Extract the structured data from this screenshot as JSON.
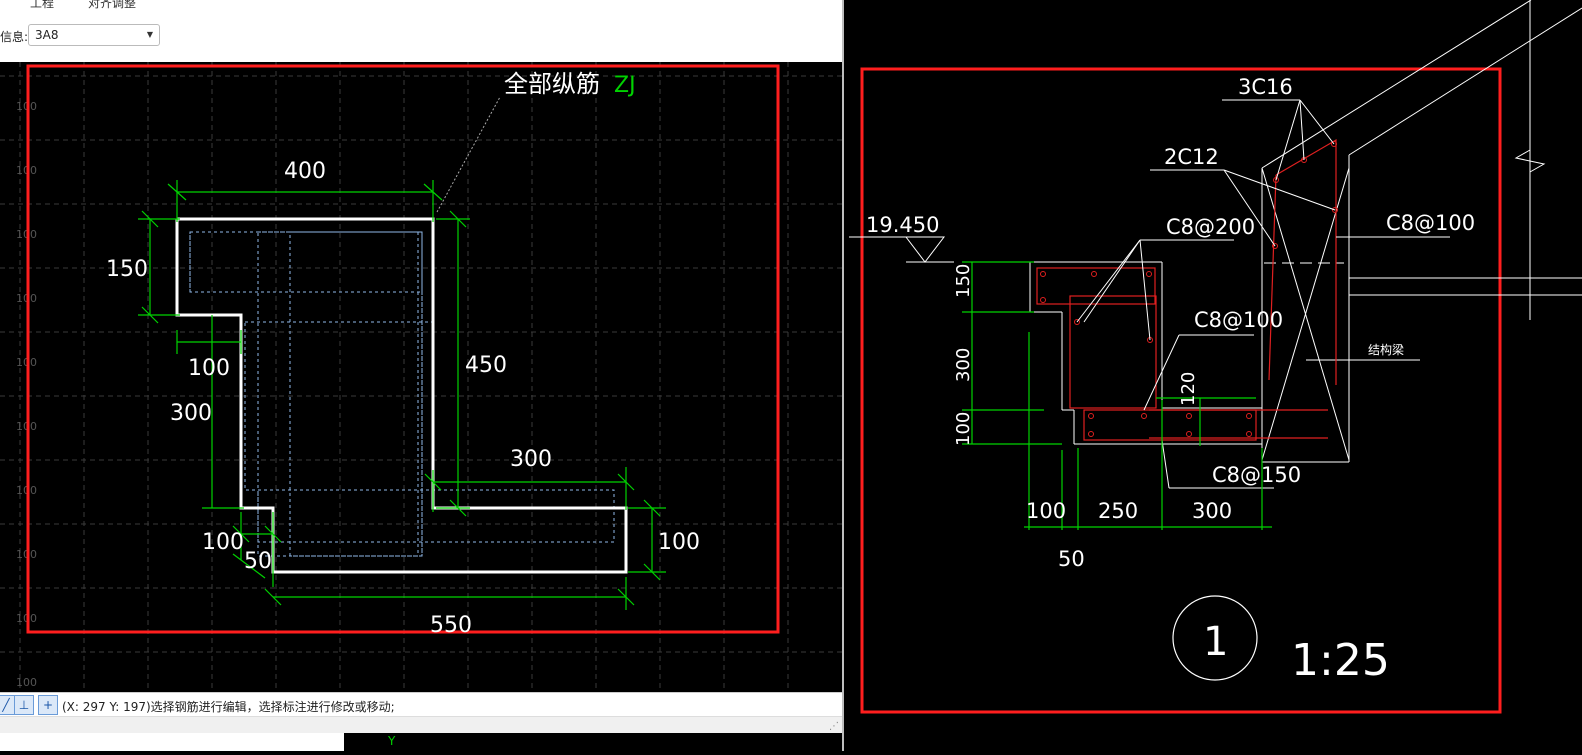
{
  "toolbar": {
    "tab_1": "工程",
    "tab_2": "对齐调整"
  },
  "info": {
    "label": "信息:",
    "selected": "3A8"
  },
  "left_drawing": {
    "grid_label": "100",
    "callout": "全部纵筋",
    "callout_code": "ZJ",
    "dims": {
      "d400": "400",
      "d150": "150",
      "d100a": "100",
      "d300a": "300",
      "d450": "450",
      "d300b": "300",
      "d100b": "100",
      "d50": "50",
      "d100c": "100",
      "d550": "550"
    }
  },
  "status": {
    "coords": "(X: 297 Y: 197)",
    "message": "选择钢筋进行编辑，选择标注进行修改或移动;"
  },
  "bottom": {
    "y_label": "Y"
  },
  "right_drawing": {
    "rebar_3c16": "3C16",
    "rebar_2c12": "2C12",
    "rebar_c8_200": "C8@200",
    "rebar_c8_100a": "C8@100",
    "rebar_c8_100b": "C8@100",
    "rebar_c8_150": "C8@150",
    "elevation": "19.450",
    "struct_beam": "结构梁",
    "dims": {
      "v150": "150",
      "v300": "300",
      "v100": "100",
      "v120": "120",
      "h100": "100",
      "h250": "250",
      "h300": "300",
      "h50": "50"
    },
    "section_number": "1",
    "scale": "1:25"
  },
  "colors": {
    "frame_red": "#ff1e1e",
    "dim_green": "#00d200",
    "outline_white": "#ffffff",
    "rebar_red": "#e02020",
    "stirrup_blue": "#8fb8e8"
  }
}
